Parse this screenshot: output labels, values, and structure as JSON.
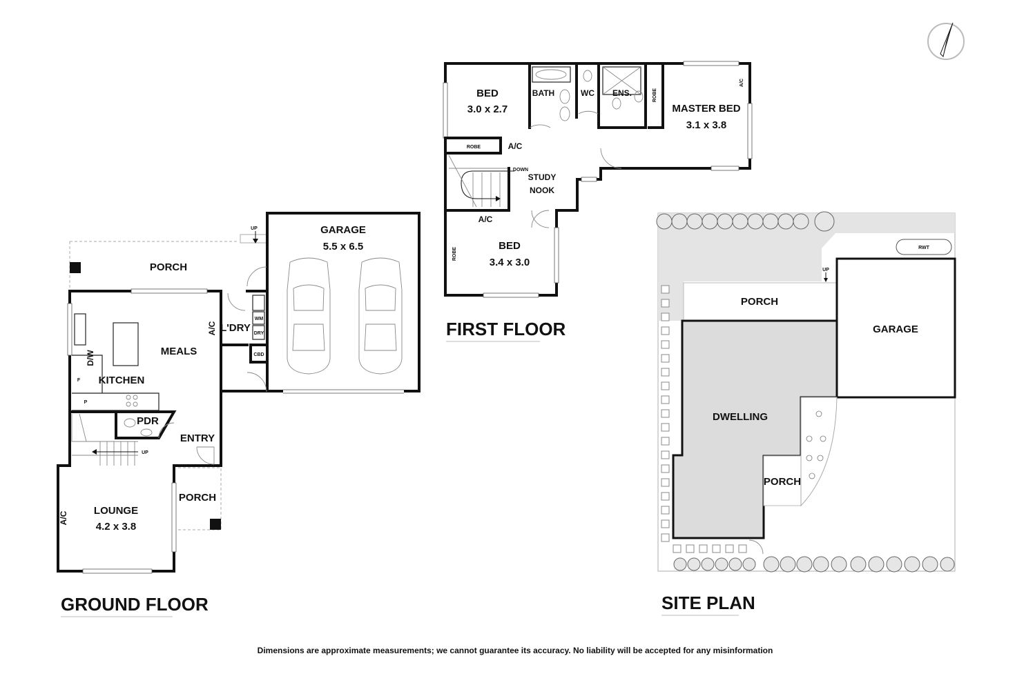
{
  "titles": {
    "ground_floor": "GROUND FLOOR",
    "first_floor": "FIRST FLOOR",
    "site_plan": "SITE PLAN"
  },
  "ground_floor": {
    "porch_top": "PORCH",
    "up_marker": "UP",
    "garage": "GARAGE",
    "garage_dims": "5.5 x 6.5",
    "meals": "MEALS",
    "kitchen": "KITCHEN",
    "dw": "D/W",
    "fridge": "F",
    "pantry": "P",
    "ac_kitchen": "A/C",
    "laundry": "L'DRY",
    "wm": "WM",
    "dry": "DRY",
    "cbd": "CBD",
    "pdr": "PDR",
    "entry": "ENTRY",
    "stairs_up": "UP",
    "lounge": "LOUNGE",
    "lounge_dims": "4.2 x 3.8",
    "ac_lounge": "A/C",
    "porch_front": "PORCH"
  },
  "first_floor": {
    "bed1": "BED",
    "bed1_dims": "3.0 x 2.7",
    "bath": "BATH",
    "wc": "WC",
    "ens": "ENS.",
    "robe_master": "ROBE",
    "master_bed": "MASTER BED",
    "master_dims": "3.1 x 3.8",
    "ac_master": "A/C",
    "robe_bed1": "ROBE",
    "ac_hall": "A/C",
    "down": "DOWN",
    "study_nook_line1": "STUDY",
    "study_nook_line2": "NOOK",
    "ac_bed2": "A/C",
    "robe_bed2": "ROBE",
    "bed2": "BED",
    "bed2_dims": "3.4 x 3.0"
  },
  "site_plan": {
    "rwt": "RWT",
    "up": "UP",
    "porch_top": "PORCH",
    "garage": "GARAGE",
    "dwelling": "DWELLING",
    "porch_front": "PORCH"
  },
  "disclaimer": "Dimensions are approximate measurements; we cannot guarantee its accuracy. No liability will be accepted for any misinformation",
  "colors": {
    "wall": "#111111",
    "dwelling_fill": "#dcdcdc",
    "site_hardstand": "#e4e4e4"
  },
  "icons": {
    "compass": "north-arrow-icon"
  }
}
